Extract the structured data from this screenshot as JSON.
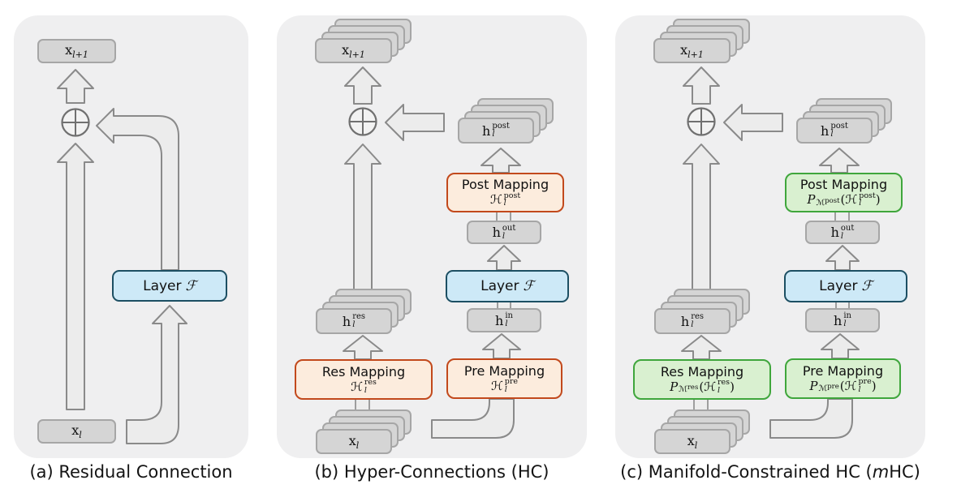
{
  "panels": {
    "a": {
      "caption": "(a) Residual Connection",
      "x_next": {
        "base": "x",
        "sub": "l+1"
      },
      "layer": {
        "word": "Layer",
        "symbol": "ℱ"
      },
      "x_in": {
        "base": "x",
        "sub": "l"
      }
    },
    "b": {
      "caption": "(b) Hyper-Connections (HC)",
      "x_next": {
        "base": "x",
        "sub": "l+1"
      },
      "h_post": {
        "base": "h",
        "sup": "post",
        "sub": "l"
      },
      "post_mapping": {
        "title": "Post Mapping",
        "formula": {
          "base": "ℋ",
          "sup": "post",
          "sub": "l"
        }
      },
      "h_out": {
        "base": "h",
        "sup": "out",
        "sub": "l"
      },
      "layer": {
        "word": "Layer",
        "symbol": "ℱ"
      },
      "h_in": {
        "base": "h",
        "sup": "in",
        "sub": "l"
      },
      "pre_mapping": {
        "title": "Pre Mapping",
        "formula": {
          "base": "ℋ",
          "sup": "pre",
          "sub": "l"
        }
      },
      "h_res": {
        "base": "h",
        "sup": "res",
        "sub": "l"
      },
      "res_mapping": {
        "title": "Res Mapping",
        "formula": {
          "base": "ℋ",
          "sup": "res",
          "sub": "l"
        }
      },
      "x_in": {
        "base": "x",
        "sub": "l"
      }
    },
    "c": {
      "caption": {
        "prefix": "(c) Manifold-Constrained HC (",
        "italic": "m",
        "suffix": "HC)"
      },
      "x_next": {
        "base": "x",
        "sub": "l+1"
      },
      "h_post": {
        "base": "h",
        "sup": "post",
        "sub": "l"
      },
      "post_mapping": {
        "title": "Post Mapping",
        "formula": {
          "p": "P",
          "pm": "ℳ",
          "pmsup": "post",
          "open": "(",
          "base": "ℋ",
          "sup": "post",
          "sub": "l",
          "close": ")"
        }
      },
      "h_out": {
        "base": "h",
        "sup": "out",
        "sub": "l"
      },
      "layer": {
        "word": "Layer",
        "symbol": "ℱ"
      },
      "h_in": {
        "base": "h",
        "sup": "in",
        "sub": "l"
      },
      "pre_mapping": {
        "title": "Pre Mapping",
        "formula": {
          "p": "P",
          "pm": "ℳ",
          "pmsup": "pre",
          "open": "(",
          "base": "ℋ",
          "sup": "pre",
          "sub": "l",
          "close": ")"
        }
      },
      "h_res": {
        "base": "h",
        "sup": "res",
        "sub": "l"
      },
      "res_mapping": {
        "title": "Res Mapping",
        "formula": {
          "p": "P",
          "pm": "ℳ",
          "pmsup": "res",
          "open": "(",
          "base": "ℋ",
          "sup": "res",
          "sub": "l",
          "close": ")"
        }
      },
      "x_in": {
        "base": "x",
        "sub": "l"
      }
    }
  },
  "colors": {
    "panel_bg": "#efeff0",
    "gray_box_fill": "#d5d5d5",
    "gray_box_border": "#a6a6a6",
    "arrow_fill": "#ececec",
    "arrow_stroke": "#8a8a8a",
    "layer_fill": "#cde9f7",
    "layer_border": "#1c4f63",
    "hc_fill": "#fcecdd",
    "hc_border": "#c2491c",
    "mhc_fill": "#d9f0d0",
    "mhc_border": "#3fa63c"
  },
  "icons": {
    "sum": "circle-plus-icon"
  }
}
